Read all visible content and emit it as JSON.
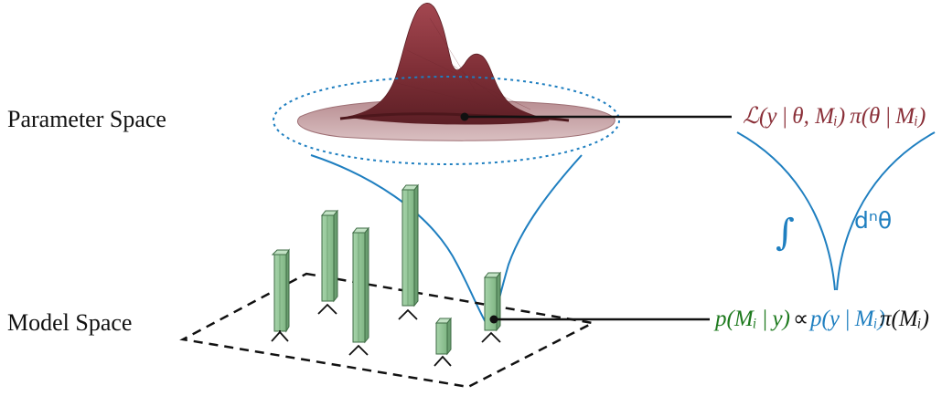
{
  "labels": {
    "parameter_space": "Parameter Space",
    "model_space": "Model Space"
  },
  "equations": {
    "likelihood_prior": "ℒ(y | θ, Mᵢ) π(θ | Mᵢ)",
    "integral": "∫",
    "measure": "dⁿθ",
    "posterior_lhs": "p(Mᵢ | y)",
    "proportional": "∝",
    "evidence": "p(y | Mᵢ)",
    "model_prior": "π(Mᵢ)"
  },
  "colors": {
    "surface": "#8b3a42",
    "surface_light": "#c9a3a6",
    "bars": "#8fc393",
    "bar_edge": "#3e6b44",
    "blue": "#1f7fc0",
    "green": "#1e7a1e",
    "maroon": "#8a2f38",
    "black": "#111111"
  },
  "icons": {
    "pointer_dot": "filled-circle"
  }
}
